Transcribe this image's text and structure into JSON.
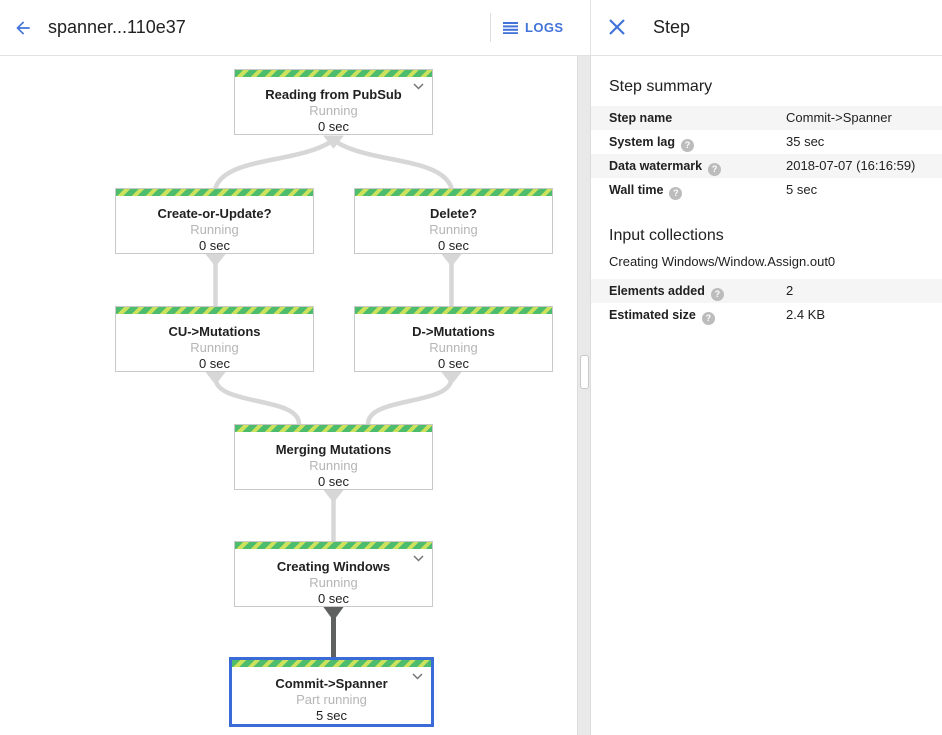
{
  "topbar": {
    "title": "spanner...110e37",
    "logs_label": "LOGS"
  },
  "panel": {
    "title": "Step",
    "step_summary": {
      "heading": "Step summary",
      "rows": [
        {
          "label": "Step name",
          "value": "Commit->Spanner",
          "help": false
        },
        {
          "label": "System lag",
          "value": "35 sec",
          "help": true
        },
        {
          "label": "Data watermark",
          "value": "2018-07-07 (16:16:59)",
          "help": true
        },
        {
          "label": "Wall time",
          "value": "5 sec",
          "help": true
        }
      ]
    },
    "input_collections": {
      "heading": "Input collections",
      "collection_name": "Creating Windows/Window.Assign.out0",
      "rows": [
        {
          "label": "Elements added",
          "value": "2",
          "help": true
        },
        {
          "label": "Estimated size",
          "value": "2.4 KB",
          "help": true
        }
      ]
    }
  },
  "graph": {
    "nodes": [
      {
        "title": "Reading from PubSub",
        "status": "Running",
        "time": "0 sec",
        "expandable": true,
        "selected": false
      },
      {
        "title": "Create-or-Update?",
        "status": "Running",
        "time": "0 sec",
        "expandable": false,
        "selected": false
      },
      {
        "title": "Delete?",
        "status": "Running",
        "time": "0 sec",
        "expandable": false,
        "selected": false
      },
      {
        "title": "CU->Mutations",
        "status": "Running",
        "time": "0 sec",
        "expandable": false,
        "selected": false
      },
      {
        "title": "D->Mutations",
        "status": "Running",
        "time": "0 sec",
        "expandable": false,
        "selected": false
      },
      {
        "title": "Merging Mutations",
        "status": "Running",
        "time": "0 sec",
        "expandable": false,
        "selected": false
      },
      {
        "title": "Creating Windows",
        "status": "Running",
        "time": "0 sec",
        "expandable": true,
        "selected": false
      },
      {
        "title": "Commit->Spanner",
        "status": "Part running",
        "time": "5 sec",
        "expandable": true,
        "selected": true
      }
    ]
  },
  "icons": {
    "help": "?"
  },
  "colors": {
    "accent_blue": "#4273d9",
    "selected_border": "#3a6bd6",
    "stripe_green": "#4dbd6d",
    "stripe_yellow": "#cde25c",
    "status_gray": "#b5b5b5",
    "edge_gray": "#d7d7d7",
    "edge_dark": "#5f6060",
    "row_alt_bg": "#f5f5f5"
  }
}
